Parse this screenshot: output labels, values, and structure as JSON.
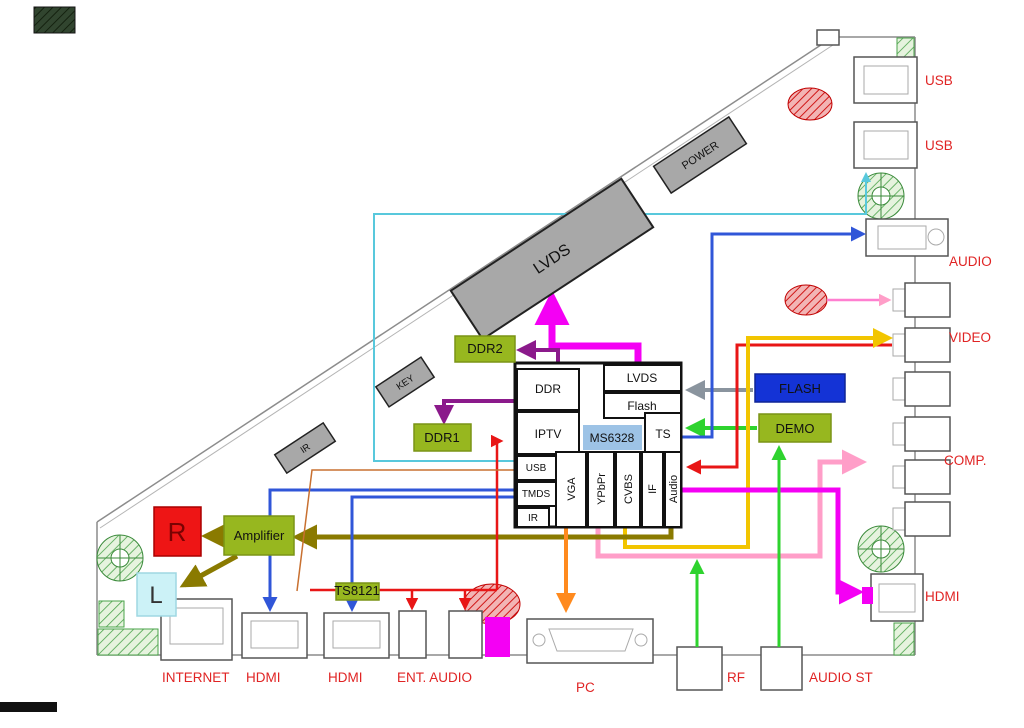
{
  "chip": {
    "name": "MS6328",
    "blocks": {
      "ddr": "DDR",
      "lvds": "LVDS",
      "flash": "Flash",
      "iptv": "IPTV",
      "ts": "TS",
      "usb": "USB",
      "tmds": "TMDS",
      "ir": "IR",
      "vga": "VGA",
      "ypbpr": "YPbPr",
      "cvbs": "CVBS",
      "if_block": "IF",
      "audio": "Audio"
    }
  },
  "modules": {
    "ddr2": "DDR2",
    "ddr1": "DDR1",
    "flash": "FLASH",
    "demo": "DEMO",
    "amplifier": "Amplifier",
    "ts8121": "TS8121",
    "speaker_r": "R",
    "speaker_l": "L"
  },
  "board_parts": {
    "power": "POWER",
    "lvds_cable": "LVDS",
    "key": "KEY",
    "ir": "IR"
  },
  "connectors": {
    "right": [
      {
        "label": "USB"
      },
      {
        "label": "USB"
      },
      {
        "label": "AUDIO"
      },
      {
        "label": "VIDEO"
      },
      {
        "label": "COMP."
      },
      {
        "label": "HDMI"
      }
    ],
    "bottom": [
      {
        "label": "INTERNET"
      },
      {
        "label": "HDMI"
      },
      {
        "label": "HDMI"
      },
      {
        "label": "ENT. AUDIO"
      },
      {
        "label": "PC"
      },
      {
        "label": "RF"
      },
      {
        "label": "AUDIO ST"
      }
    ]
  },
  "colors": {
    "label_red": "#e02424",
    "module_green": "#97b71f",
    "flash_blue": "#1433d6",
    "chip_highlight": "#9dc3e6",
    "part_gray": "#a8a8a8",
    "wire_magenta": "#f400f4",
    "wire_purple": "#8b1a8b",
    "wire_red": "#e81616",
    "wire_blue": "#3056d8",
    "wire_cyan": "#58c8dc",
    "wire_green": "#2ed32e",
    "wire_gold": "#f2c500",
    "wire_pink": "#ff9ec8",
    "wire_orange": "#ff8a1e",
    "wire_olive": "#8a7a00"
  }
}
